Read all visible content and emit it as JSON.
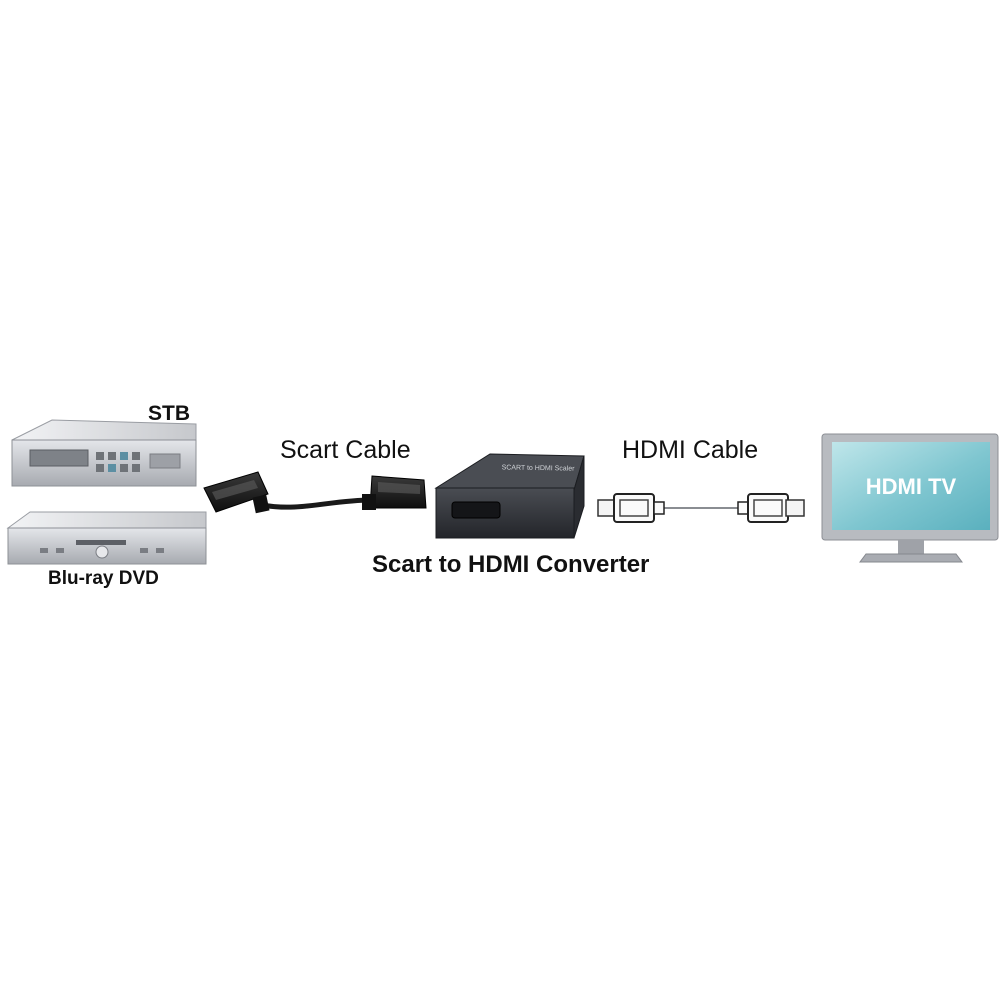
{
  "labels": {
    "stb": "STB",
    "bluray": "Blu-ray DVD",
    "scart_cable": "Scart Cable",
    "hdmi_cable": "HDMI Cable",
    "converter": "Scart to HDMI Converter",
    "tv_screen": "HDMI TV",
    "converter_top_text": "SCART to HDMI Scaler"
  },
  "icons": [
    "stb-device-icon",
    "bluray-player-icon",
    "scart-plug-icon",
    "converter-box-icon",
    "hdmi-plug-icon",
    "tv-monitor-icon"
  ],
  "colors": {
    "device_silver": "#c9cbd0",
    "converter_dark": "#2e3136",
    "tv_screen": "#7fc6d0",
    "tv_frame": "#b8bbc0"
  }
}
